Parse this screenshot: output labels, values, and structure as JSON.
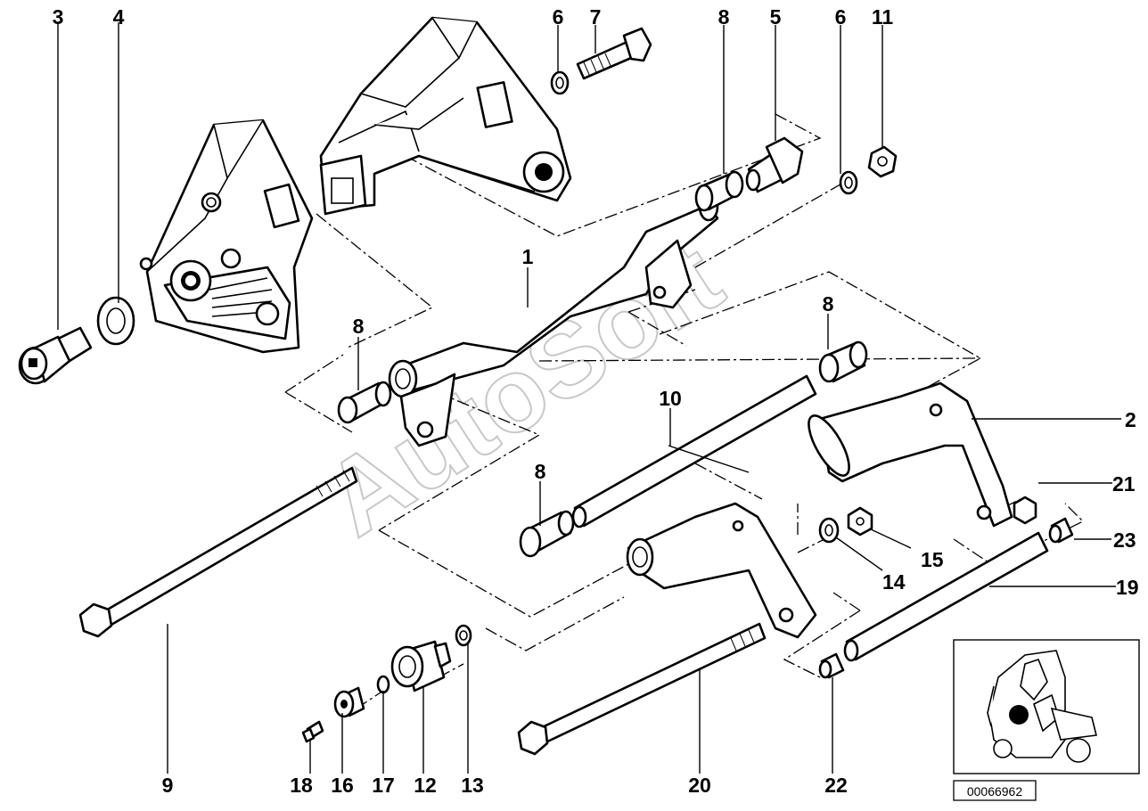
{
  "watermark": "AutoSoft",
  "reference_number": "00066962",
  "callouts": [
    {
      "id": "c3",
      "text": "3"
    },
    {
      "id": "c4",
      "text": "4"
    },
    {
      "id": "c6a",
      "text": "6"
    },
    {
      "id": "c7",
      "text": "7"
    },
    {
      "id": "c8a",
      "text": "8"
    },
    {
      "id": "c5",
      "text": "5"
    },
    {
      "id": "c6b",
      "text": "6"
    },
    {
      "id": "c11",
      "text": "11"
    },
    {
      "id": "c1",
      "text": "1"
    },
    {
      "id": "c8b",
      "text": "8"
    },
    {
      "id": "c8c",
      "text": "8"
    },
    {
      "id": "c10",
      "text": "10"
    },
    {
      "id": "c2",
      "text": "2"
    },
    {
      "id": "c8d",
      "text": "8"
    },
    {
      "id": "c21",
      "text": "21"
    },
    {
      "id": "c15",
      "text": "15"
    },
    {
      "id": "c23",
      "text": "23"
    },
    {
      "id": "c14",
      "text": "14"
    },
    {
      "id": "c19",
      "text": "19"
    },
    {
      "id": "c9",
      "text": "9"
    },
    {
      "id": "c18",
      "text": "18"
    },
    {
      "id": "c16",
      "text": "16"
    },
    {
      "id": "c17",
      "text": "17"
    },
    {
      "id": "c12",
      "text": "12"
    },
    {
      "id": "c13",
      "text": "13"
    },
    {
      "id": "c20",
      "text": "20"
    },
    {
      "id": "c22",
      "text": "22"
    }
  ]
}
